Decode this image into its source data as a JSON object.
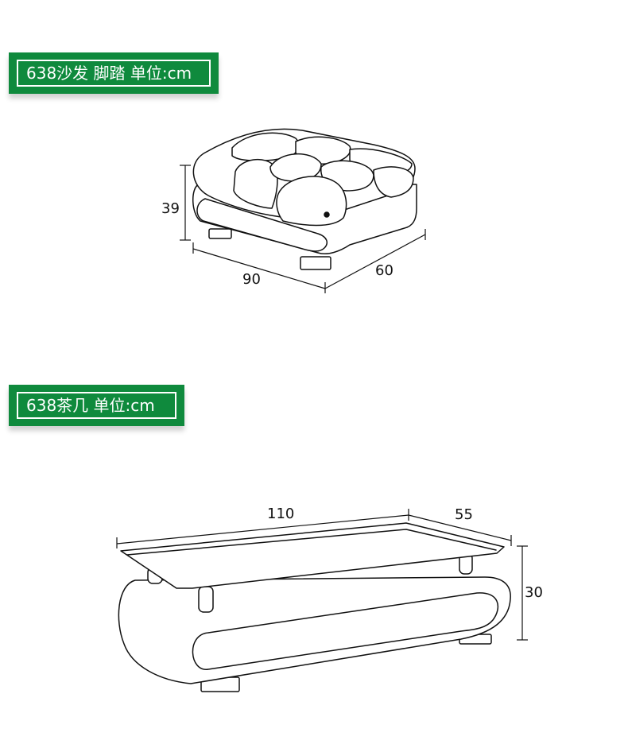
{
  "sections": [
    {
      "label": "638沙发 脚踏 单位:cm",
      "dimensions": {
        "height": "39",
        "width": "90",
        "depth": "60"
      }
    },
    {
      "label": "638茶几 单位:cm",
      "dimensions": {
        "width": "110",
        "depth": "55",
        "height": "30"
      }
    }
  ],
  "colors": {
    "label_bg": "#0f8a3d",
    "line": "#111111"
  }
}
